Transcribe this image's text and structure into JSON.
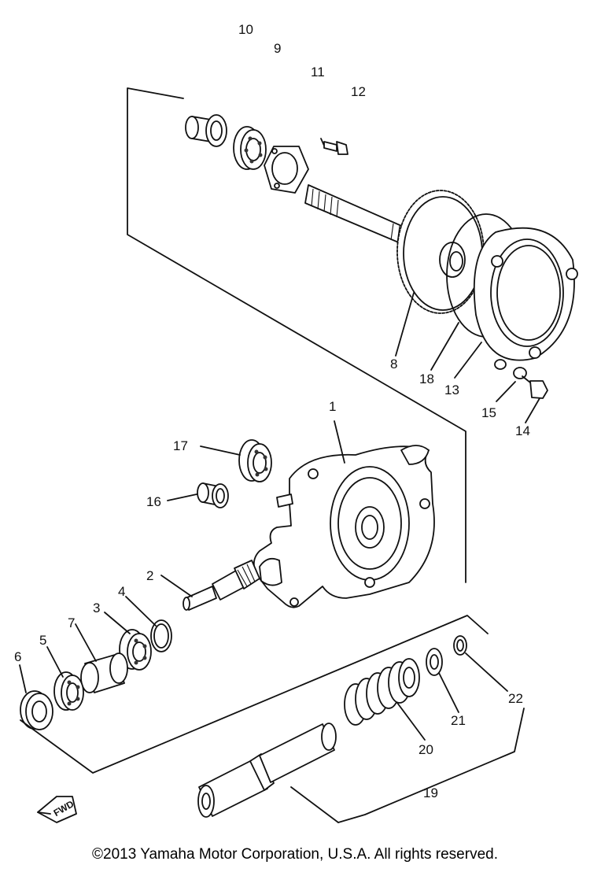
{
  "parts": [
    {
      "id": "p1",
      "number": "1"
    },
    {
      "id": "p2",
      "number": "2"
    },
    {
      "id": "p3",
      "number": "3"
    },
    {
      "id": "p4",
      "number": "4"
    },
    {
      "id": "p5",
      "number": "5"
    },
    {
      "id": "p6",
      "number": "6"
    },
    {
      "id": "p7",
      "number": "7"
    },
    {
      "id": "p8",
      "number": "8"
    },
    {
      "id": "p9",
      "number": "9"
    },
    {
      "id": "p10",
      "number": "10"
    },
    {
      "id": "p11",
      "number": "11"
    },
    {
      "id": "p12",
      "number": "12"
    },
    {
      "id": "p13",
      "number": "13"
    },
    {
      "id": "p14",
      "number": "14"
    },
    {
      "id": "p15",
      "number": "15"
    },
    {
      "id": "p16",
      "number": "16"
    },
    {
      "id": "p17",
      "number": "17"
    },
    {
      "id": "p18",
      "number": "18"
    },
    {
      "id": "p19",
      "number": "19"
    },
    {
      "id": "p20",
      "number": "20"
    },
    {
      "id": "p21",
      "number": "21"
    },
    {
      "id": "p22",
      "number": "22"
    }
  ],
  "fwd_label": "FWD",
  "copyright": "©2013 Yamaha Motor Corporation, U.S.A. All rights reserved."
}
